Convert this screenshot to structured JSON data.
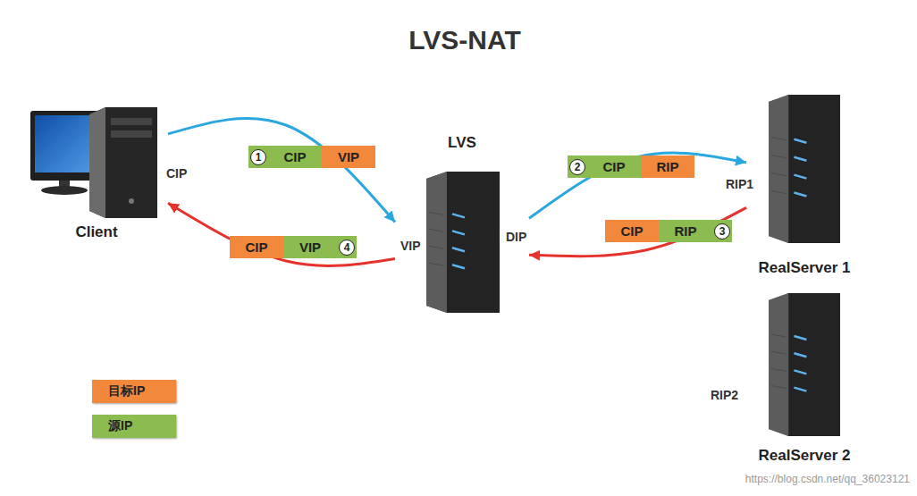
{
  "diagram": {
    "title": "LVS-NAT",
    "nodes": [
      {
        "text": [
          "Client"
        ]
      },
      {
        "text": [
          "1",
          "CIP",
          "VIP"
        ]
      },
      {
        "text": [
          "LVS"
        ]
      },
      {
        "text": [
          "2",
          "CIP",
          "RIP"
        ]
      },
      {
        "text": [
          "RealServer 1"
        ]
      },
      {
        "text": [
          "CIP",
          "RIP",
          "3"
        ]
      },
      {
        "text": [
          "CIP",
          "VIP",
          "4"
        ]
      },
      {
        "text": [
          "RealServer 2"
        ]
      }
    ],
    "edges": [
      {
        "from": 0,
        "to": 2,
        "arrow": "to"
      },
      {
        "from": 2,
        "to": 0,
        "arrow": "to"
      },
      {
        "from": 2,
        "to": 4,
        "arrow": "to"
      },
      {
        "from": 4,
        "to": 2,
        "arrow": "to"
      }
    ],
    "labels": [
      "CIP",
      "VIP",
      "DIP",
      "RIP1",
      "RIP2",
      "https://blog.csdn.net/qq_36023121"
    ],
    "legend": [
      {
        "text": "目标IP",
        "color": "#f1883c"
      },
      {
        "text": "源IP",
        "color": "#8cbb4f"
      }
    ]
  }
}
